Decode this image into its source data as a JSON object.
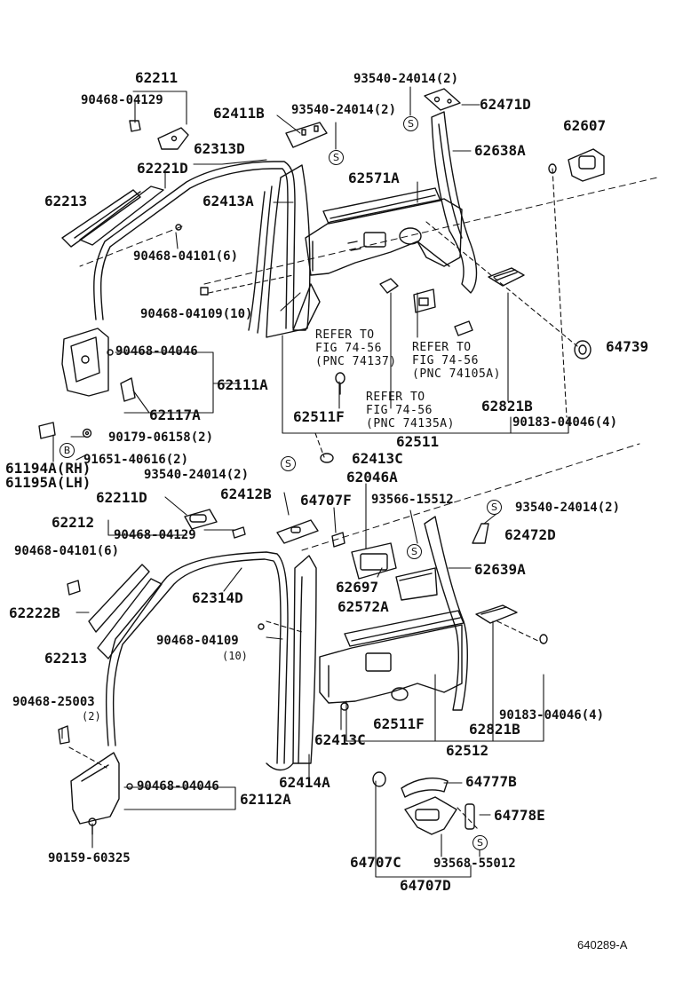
{
  "figure_code": "640289-A",
  "symbol_s": "S",
  "symbol_b": "B",
  "labels": {
    "p62211": "62211",
    "p90468_04129_a": "90468-04129",
    "p62411B": "62411B",
    "p93540_a": "93540-24014(2)",
    "p93540_b": "93540-24014(2)",
    "p62471D": "62471D",
    "p62607": "62607",
    "p62313D": "62313D",
    "p62638A": "62638A",
    "p62221D": "62221D",
    "p62213_a": "62213",
    "p62413A": "62413A",
    "p62571A": "62571A",
    "p90468_04101_a": "90468-04101(6)",
    "p90468_04109_a": "90468-04109(10)",
    "p90468_04046_a": "90468-04046",
    "p62111A": "62111A",
    "p62117A": "62117A",
    "p64739": "64739",
    "p62511F_a": "62511F",
    "p62821B_a": "62821B",
    "p90183_a": "90183-04046(4)",
    "p62511": "62511",
    "p90179": "90179-06158(2)",
    "p61194A": "61194A(RH)",
    "p61195A": "61195A(LH)",
    "p91651": "91651-40616(2)",
    "p62413C_a": "62413C",
    "p93540_c": "93540-24014(2)",
    "p62046A": "62046A",
    "p62211D": "62211D",
    "p62412B": "62412B",
    "p64707F": "64707F",
    "p93566": "93566-15512",
    "p93540_d": "93540-24014(2)",
    "p62212": "62212",
    "p90468_04129_b": "90468-04129",
    "p62472D": "62472D",
    "p90468_04101_b": "90468-04101(6)",
    "p62639A": "62639A",
    "p62697": "62697",
    "p62314D": "62314D",
    "p62572A": "62572A",
    "p62222B": "62222B",
    "p90468_04109_b": "90468-04109",
    "p90468_04109_b_qty": "(10)",
    "p62213_b": "62213",
    "p90468_25003": "90468-25003",
    "p90468_25003_qty": "(2)",
    "p90183_b": "90183-04046(4)",
    "p62511F_b": "62511F",
    "p62821B_b": "62821B",
    "p62413C_b": "62413C",
    "p62512": "62512",
    "p90468_04046_b": "90468-04046",
    "p62414A": "62414A",
    "p64777B": "64777B",
    "p62112A": "62112A",
    "p64778E": "64778E",
    "p64707C": "64707C",
    "p93568": "93568-55012",
    "p90159": "90159-60325",
    "p64707D": "64707D"
  },
  "references": {
    "ref1": [
      "REFER TO",
      "FIG 74-56",
      "(PNC 74137)"
    ],
    "ref2": [
      "REFER TO",
      "FIG 74-56",
      "(PNC 74105A)"
    ],
    "ref3": [
      "REFER TO",
      "FIG 74-56",
      "(PNC 74135A)"
    ]
  }
}
